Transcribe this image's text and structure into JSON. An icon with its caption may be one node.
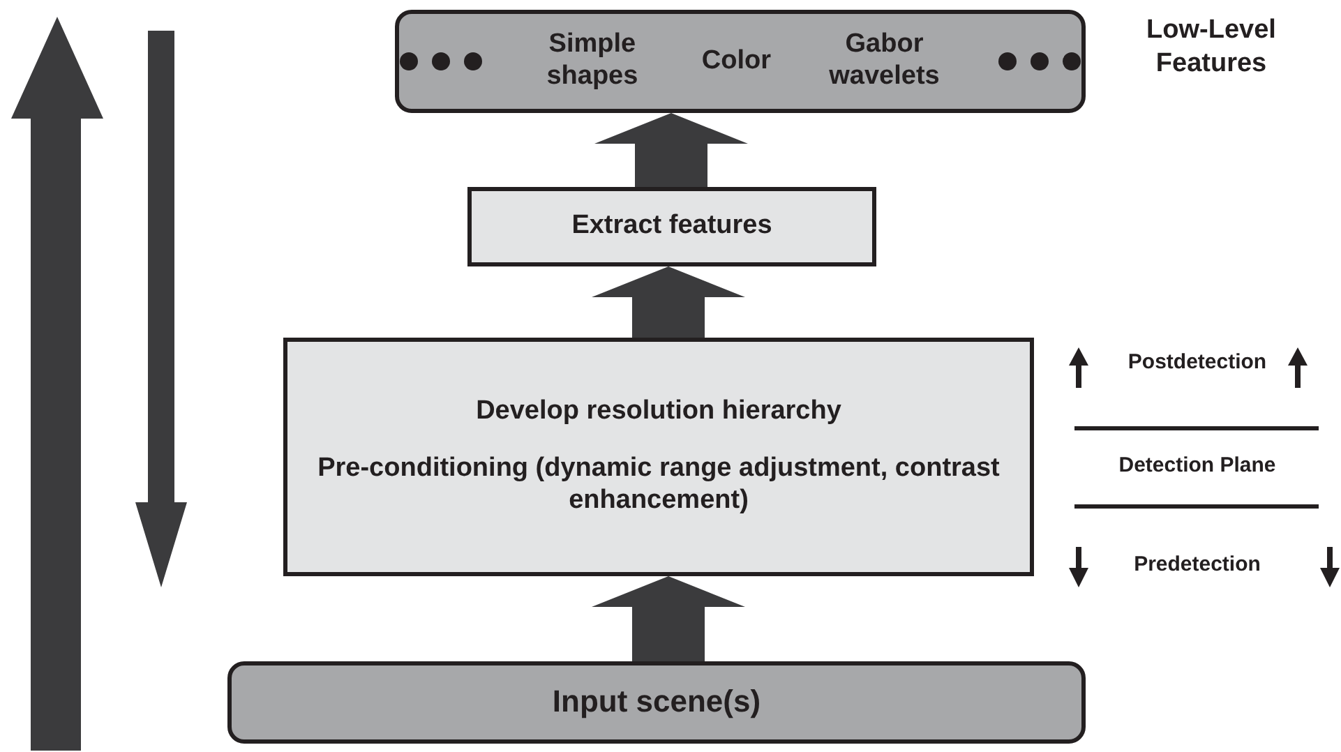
{
  "diagram": {
    "nodes": [
      {
        "text": [
          "Simple shapes",
          "Color",
          "Gabor wavelets"
        ],
        "beside": [
          "Low-Level Features"
        ]
      },
      {
        "text": [
          "Extract features"
        ]
      },
      {
        "text": [
          "Develop resolution hierarchy",
          "Pre-conditioning (dynamic range adjustment, contrast enhancement)"
        ]
      },
      {
        "text": [
          "Input scene(s)"
        ]
      }
    ],
    "edges": [
      {
        "from": 3,
        "to": 2,
        "arrow": "to"
      },
      {
        "from": 2,
        "to": 1,
        "arrow": "to"
      },
      {
        "from": 1,
        "to": 0,
        "arrow": "to"
      }
    ],
    "labels": [
      "Postdetection",
      "Detection Plane",
      "Predetection"
    ]
  }
}
